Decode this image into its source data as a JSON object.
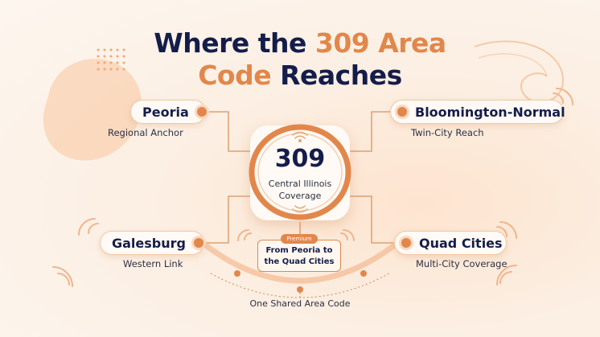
{
  "title": {
    "line1_prefix": "Where the ",
    "line1_accent": "309 Area",
    "line2_accent": "Code",
    "line2_suffix": " Reaches"
  },
  "center": {
    "code": "309",
    "line1": "Central Illinois",
    "line2": "Coverage"
  },
  "nodes": [
    {
      "name": "Peoria",
      "subtitle": "Regional Anchor"
    },
    {
      "name": "Bloomington-Normal",
      "subtitle": "Twin-City Reach"
    },
    {
      "name": "Galesburg",
      "subtitle": "Western Link"
    },
    {
      "name": "Quad Cities",
      "subtitle": "Multi-City Coverage"
    }
  ],
  "premium": {
    "badge": "Premium",
    "line1": "From Peoria to",
    "line2": "the Quad Cities"
  },
  "bottom_label": "One Shared Area Code",
  "colors": {
    "accent": "#e2874b",
    "navy": "#141d4a",
    "soft": "#f6c9a6"
  }
}
